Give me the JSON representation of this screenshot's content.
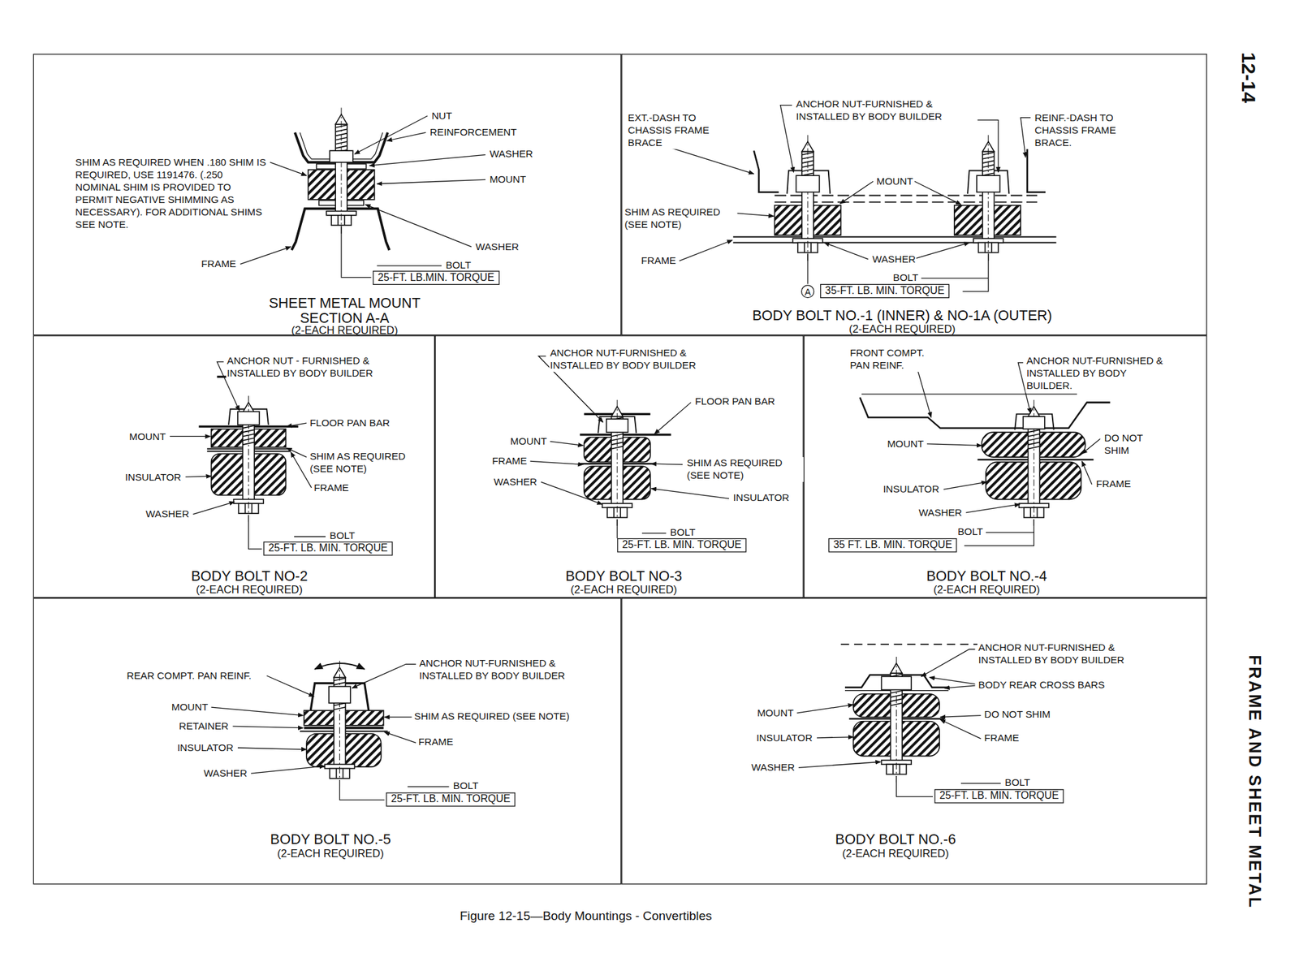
{
  "diagram": {
    "caption": "Figure 12-15—Body Mountings - Convertibles",
    "nodes": [
      {
        "text": [
          "SHEET METAL MOUNT",
          "SECTION A-A",
          "(2-EACH REQUIRED)"
        ]
      },
      {
        "text": [
          "BODY BOLT NO.-1 (INNER) & NO-1A (OUTER)",
          "(2-EACH REQUIRED)"
        ]
      },
      {
        "text": [
          "BODY BOLT NO-2",
          "(2-EACH REQUIRED)"
        ]
      },
      {
        "text": [
          "BODY BOLT NO-3",
          "(2-EACH REQUIRED)"
        ]
      },
      {
        "text": [
          "BODY BOLT NO.-4",
          "(2-EACH REQUIRED)"
        ]
      },
      {
        "text": [
          "BODY BOLT NO.-5",
          "(2-EACH REQUIRED)"
        ]
      },
      {
        "text": [
          "BODY BOLT NO.-6",
          "(2-EACH REQUIRED)"
        ]
      }
    ],
    "labels": [
      "12-14",
      "FRAME AND SHEET METAL",
      "NUT",
      "REINFORCEMENT",
      "WASHER",
      "MOUNT",
      "SHIM AS REQUIRED WHEN .180 SHIM IS REQUIRED, USE 1191476. (.250 NOMINAL SHIM IS PROVIDED TO PERMIT NEGATIVE SHIMMING AS NECESSARY). FOR ADDITIONAL SHIMS SEE NOTE.",
      "WASHER",
      "FRAME",
      "BOLT",
      "25-FT. LB.MIN. TORQUE",
      "EXT.-DASH TO CHASSIS FRAME BRACE",
      "ANCHOR NUT-FURNISHED & INSTALLED BY BODY BUILDER",
      "REINF.-DASH TO CHASSIS FRAME BRACE.",
      "MOUNT",
      "SHIM AS REQUIRED (SEE NOTE)",
      "FRAME",
      "WASHER",
      "BOLT",
      "A",
      "35-FT. LB. MIN. TORQUE",
      "ANCHOR NUT - FURNISHED & INSTALLED BY BODY BUILDER",
      "MOUNT",
      "FLOOR PAN BAR",
      "SHIM AS REQUIRED (SEE NOTE)",
      "INSULATOR",
      "FRAME",
      "WASHER",
      "BOLT",
      "25-FT. LB. MIN. TORQUE",
      "ANCHOR NUT-FURNISHED & INSTALLED BY BODY BUILDER",
      "FLOOR PAN BAR",
      "MOUNT",
      "FRAME",
      "WASHER",
      "SHIM AS REQUIRED (SEE NOTE)",
      "INSULATOR",
      "BOLT",
      "25-FT. LB. MIN. TORQUE",
      "FRONT COMPT. PAN REINF.",
      "ANCHOR NUT-FURNISHED & INSTALLED BY BODY BUILDER.",
      "MOUNT",
      "DO NOT SHIM",
      "FRAME",
      "INSULATOR",
      "WASHER",
      "BOLT",
      "35 FT. LB. MIN. TORQUE",
      "REAR COMPT. PAN REINF.",
      "ANCHOR NUT-FURNISHED & INSTALLED BY BODY BUILDER",
      "MOUNT",
      "SHIM AS REQUIRED (SEE NOTE)",
      "RETAINER",
      "FRAME",
      "INSULATOR",
      "WASHER",
      "BOLT",
      "25-FT. LB. MIN. TORQUE",
      "ANCHOR NUT-FURNISHED & INSTALLED BY BODY BUILDER",
      "BODY REAR CROSS BARS",
      "MOUNT",
      "DO NOT SHIM",
      "INSULATOR",
      "FRAME",
      "WASHER",
      "BOLT",
      "25-FT. LB. MIN. TORQUE"
    ]
  }
}
